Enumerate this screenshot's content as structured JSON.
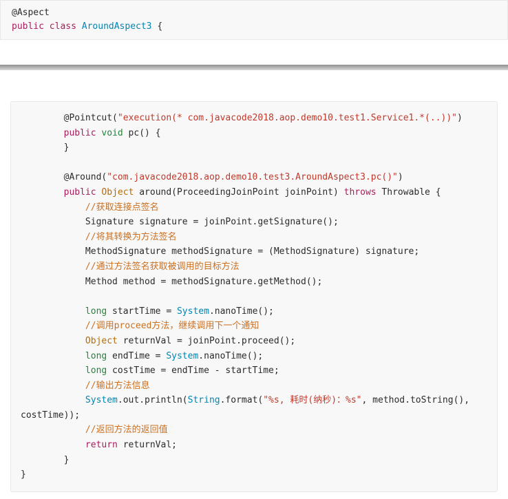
{
  "palette": {
    "page_bg": "#ffffff",
    "plain": "#2b2b2b",
    "keyword": "#a71d5d",
    "type": "#22863a",
    "class": "#0086b3",
    "builtin": "#b76b01",
    "string": "#c0392b",
    "comment": "#cb7021",
    "block_bg": "#f8f8f8",
    "block_border": "#e8e8e8",
    "divider_dark": "#8f8f8f",
    "divider_light": "#d8d8d8"
  },
  "top_code_block": {
    "lines": [
      {
        "tokens": [
          {
            "t": "plain",
            "v": "@Aspect"
          }
        ]
      },
      {
        "tokens": [
          {
            "t": "keyword",
            "v": "public"
          },
          {
            "t": "plain",
            "v": " "
          },
          {
            "t": "keyword",
            "v": "class"
          },
          {
            "t": "plain",
            "v": " "
          },
          {
            "t": "class",
            "v": "AroundAspect3"
          },
          {
            "t": "plain",
            "v": " {"
          }
        ]
      }
    ]
  },
  "main_code_block": {
    "lines": [
      {
        "tokens": [
          {
            "t": "plain",
            "v": "        @Pointcut("
          },
          {
            "t": "string",
            "v": "\"execution(* com.javacode2018.aop.demo10.test1.Service1.*(..))\""
          },
          {
            "t": "plain",
            "v": ")"
          }
        ]
      },
      {
        "tokens": [
          {
            "t": "plain",
            "v": "        "
          },
          {
            "t": "keyword",
            "v": "public"
          },
          {
            "t": "plain",
            "v": " "
          },
          {
            "t": "type",
            "v": "void"
          },
          {
            "t": "plain",
            "v": " pc() {"
          }
        ]
      },
      {
        "tokens": [
          {
            "t": "plain",
            "v": "        }"
          }
        ]
      },
      {
        "tokens": [
          {
            "t": "plain",
            "v": " "
          }
        ]
      },
      {
        "tokens": [
          {
            "t": "plain",
            "v": "        @Around("
          },
          {
            "t": "string",
            "v": "\"com.javacode2018.aop.demo10.test3.AroundAspect3.pc()\""
          },
          {
            "t": "plain",
            "v": ")"
          }
        ]
      },
      {
        "tokens": [
          {
            "t": "plain",
            "v": "        "
          },
          {
            "t": "keyword",
            "v": "public"
          },
          {
            "t": "plain",
            "v": " "
          },
          {
            "t": "builtin",
            "v": "Object"
          },
          {
            "t": "plain",
            "v": " around(ProceedingJoinPoint joinPoint) "
          },
          {
            "t": "keyword",
            "v": "throws"
          },
          {
            "t": "plain",
            "v": " Throwable {"
          }
        ]
      },
      {
        "tokens": [
          {
            "t": "plain",
            "v": "            "
          },
          {
            "t": "comment",
            "v": "//获取连接点签名"
          }
        ]
      },
      {
        "tokens": [
          {
            "t": "plain",
            "v": "            Signature signature = joinPoint.getSignature();"
          }
        ]
      },
      {
        "tokens": [
          {
            "t": "plain",
            "v": "            "
          },
          {
            "t": "comment",
            "v": "//将其转换为方法签名"
          }
        ]
      },
      {
        "tokens": [
          {
            "t": "plain",
            "v": "            MethodSignature methodSignature = (MethodSignature) signature;"
          }
        ]
      },
      {
        "tokens": [
          {
            "t": "plain",
            "v": "            "
          },
          {
            "t": "comment",
            "v": "//通过方法签名获取被调用的目标方法"
          }
        ]
      },
      {
        "tokens": [
          {
            "t": "plain",
            "v": "            Method method = methodSignature.getMethod();"
          }
        ]
      },
      {
        "tokens": [
          {
            "t": "plain",
            "v": " "
          }
        ]
      },
      {
        "tokens": [
          {
            "t": "plain",
            "v": "            "
          },
          {
            "t": "type",
            "v": "long"
          },
          {
            "t": "plain",
            "v": " startTime = "
          },
          {
            "t": "class",
            "v": "System"
          },
          {
            "t": "plain",
            "v": ".nanoTime();"
          }
        ]
      },
      {
        "tokens": [
          {
            "t": "plain",
            "v": "            "
          },
          {
            "t": "comment",
            "v": "//调用proceed方法，继续调用下一个通知"
          }
        ]
      },
      {
        "tokens": [
          {
            "t": "plain",
            "v": "            "
          },
          {
            "t": "builtin",
            "v": "Object"
          },
          {
            "t": "plain",
            "v": " returnVal = joinPoint.proceed();"
          }
        ]
      },
      {
        "tokens": [
          {
            "t": "plain",
            "v": "            "
          },
          {
            "t": "type",
            "v": "long"
          },
          {
            "t": "plain",
            "v": " endTime = "
          },
          {
            "t": "class",
            "v": "System"
          },
          {
            "t": "plain",
            "v": ".nanoTime();"
          }
        ]
      },
      {
        "tokens": [
          {
            "t": "plain",
            "v": "            "
          },
          {
            "t": "type",
            "v": "long"
          },
          {
            "t": "plain",
            "v": " costTime = endTime - startTime;"
          }
        ]
      },
      {
        "tokens": [
          {
            "t": "plain",
            "v": "            "
          },
          {
            "t": "comment",
            "v": "//输出方法信息"
          }
        ]
      },
      {
        "tokens": [
          {
            "t": "plain",
            "v": "            "
          },
          {
            "t": "class",
            "v": "System"
          },
          {
            "t": "plain",
            "v": ".out.println("
          },
          {
            "t": "class",
            "v": "String"
          },
          {
            "t": "plain",
            "v": ".format("
          },
          {
            "t": "string",
            "v": "\"%s, 耗时(纳秒)：%s\""
          },
          {
            "t": "plain",
            "v": ", method.toString(),"
          }
        ]
      },
      {
        "tokens": [
          {
            "t": "plain",
            "v": "costTime));"
          }
        ]
      },
      {
        "tokens": [
          {
            "t": "plain",
            "v": "            "
          },
          {
            "t": "comment",
            "v": "//返回方法的返回值"
          }
        ]
      },
      {
        "tokens": [
          {
            "t": "plain",
            "v": "            "
          },
          {
            "t": "keyword",
            "v": "return"
          },
          {
            "t": "plain",
            "v": " returnVal;"
          }
        ]
      },
      {
        "tokens": [
          {
            "t": "plain",
            "v": "        }"
          }
        ]
      },
      {
        "tokens": [
          {
            "t": "plain",
            "v": "}"
          }
        ]
      }
    ]
  }
}
